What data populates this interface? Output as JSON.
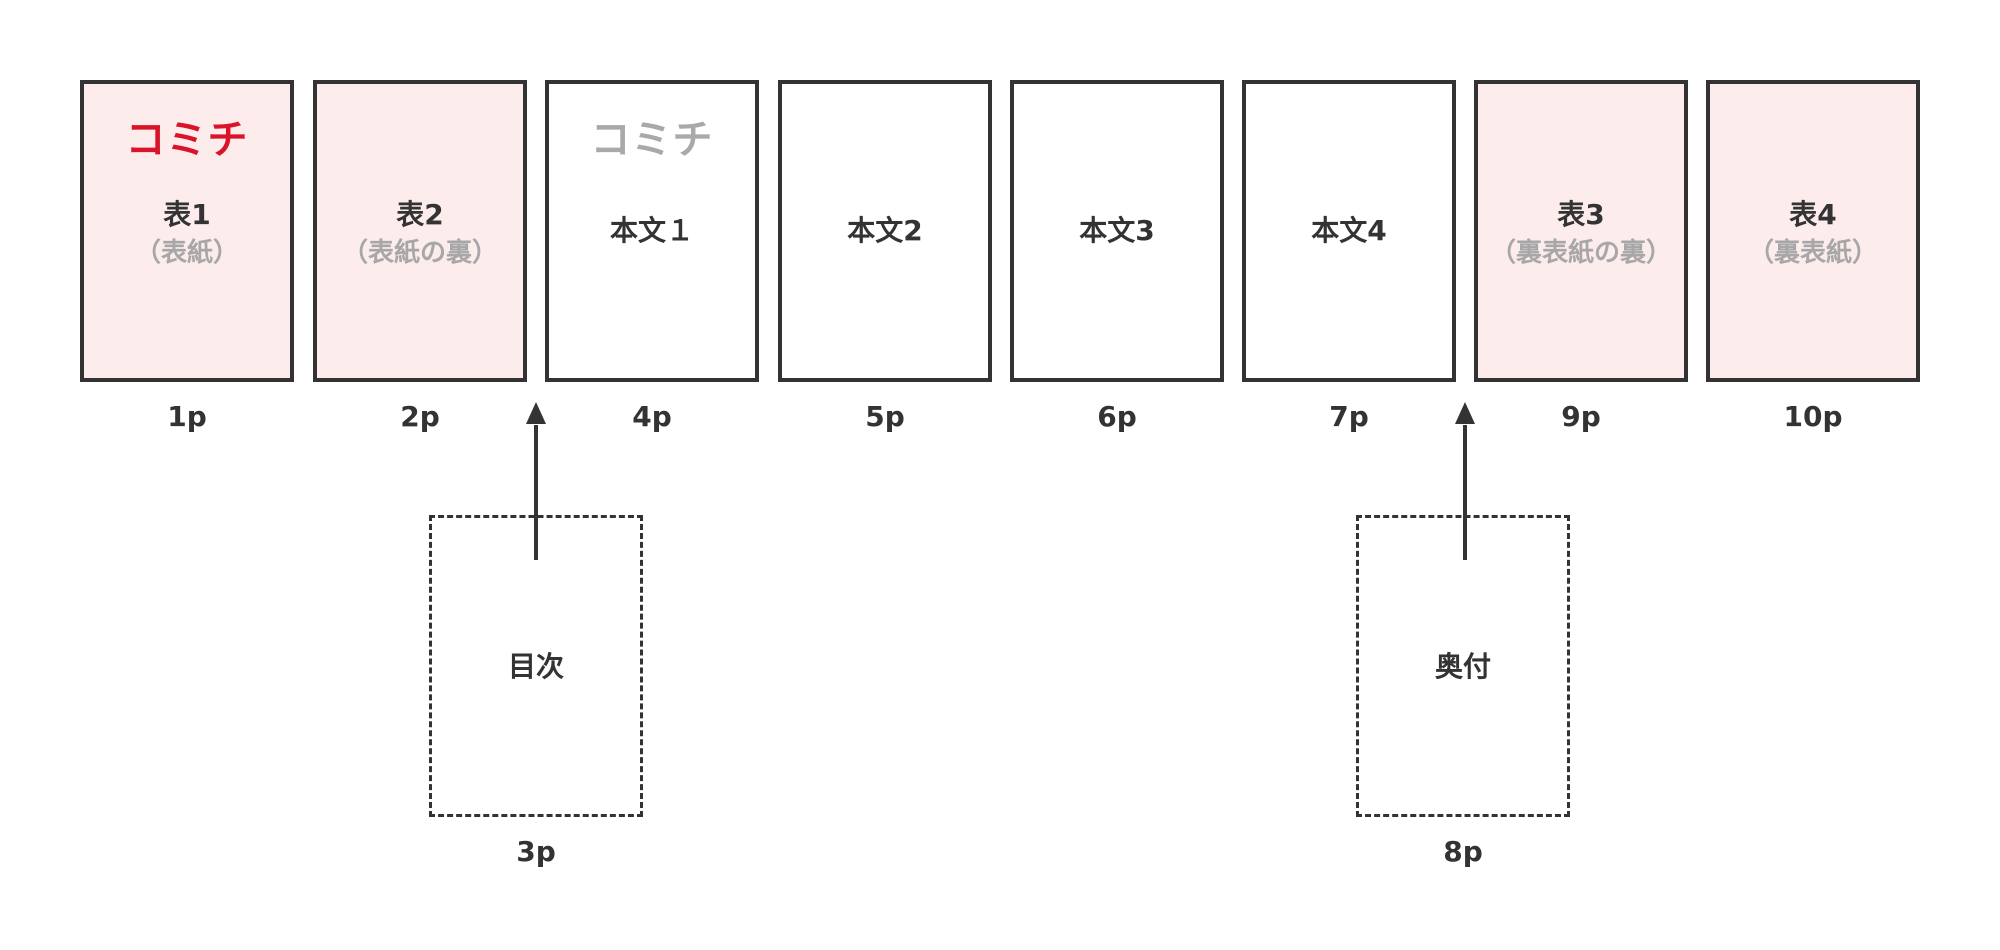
{
  "colors": {
    "cover_fill": "#fdecec",
    "border": "#333333",
    "brand_red": "#d9132a",
    "muted_gray": "#a7a7a7"
  },
  "pages": [
    {
      "logo": "コミチ",
      "title": "表1",
      "subtitle": "（表紙）",
      "label": "1p"
    },
    {
      "title": "表2",
      "subtitle": "（表紙の裏）",
      "label": "2p"
    },
    {
      "logo": "コミチ",
      "title": "本文１",
      "label": "4p"
    },
    {
      "title": "本文2",
      "label": "5p"
    },
    {
      "title": "本文3",
      "label": "6p"
    },
    {
      "title": "本文4",
      "label": "7p"
    },
    {
      "title": "表3",
      "subtitle": "（裏表紙の裏）",
      "label": "9p"
    },
    {
      "title": "表4",
      "subtitle": "（裏表紙）",
      "label": "10p"
    }
  ],
  "inserts": [
    {
      "title": "目次",
      "label": "3p"
    },
    {
      "title": "奥付",
      "label": "8p"
    }
  ]
}
